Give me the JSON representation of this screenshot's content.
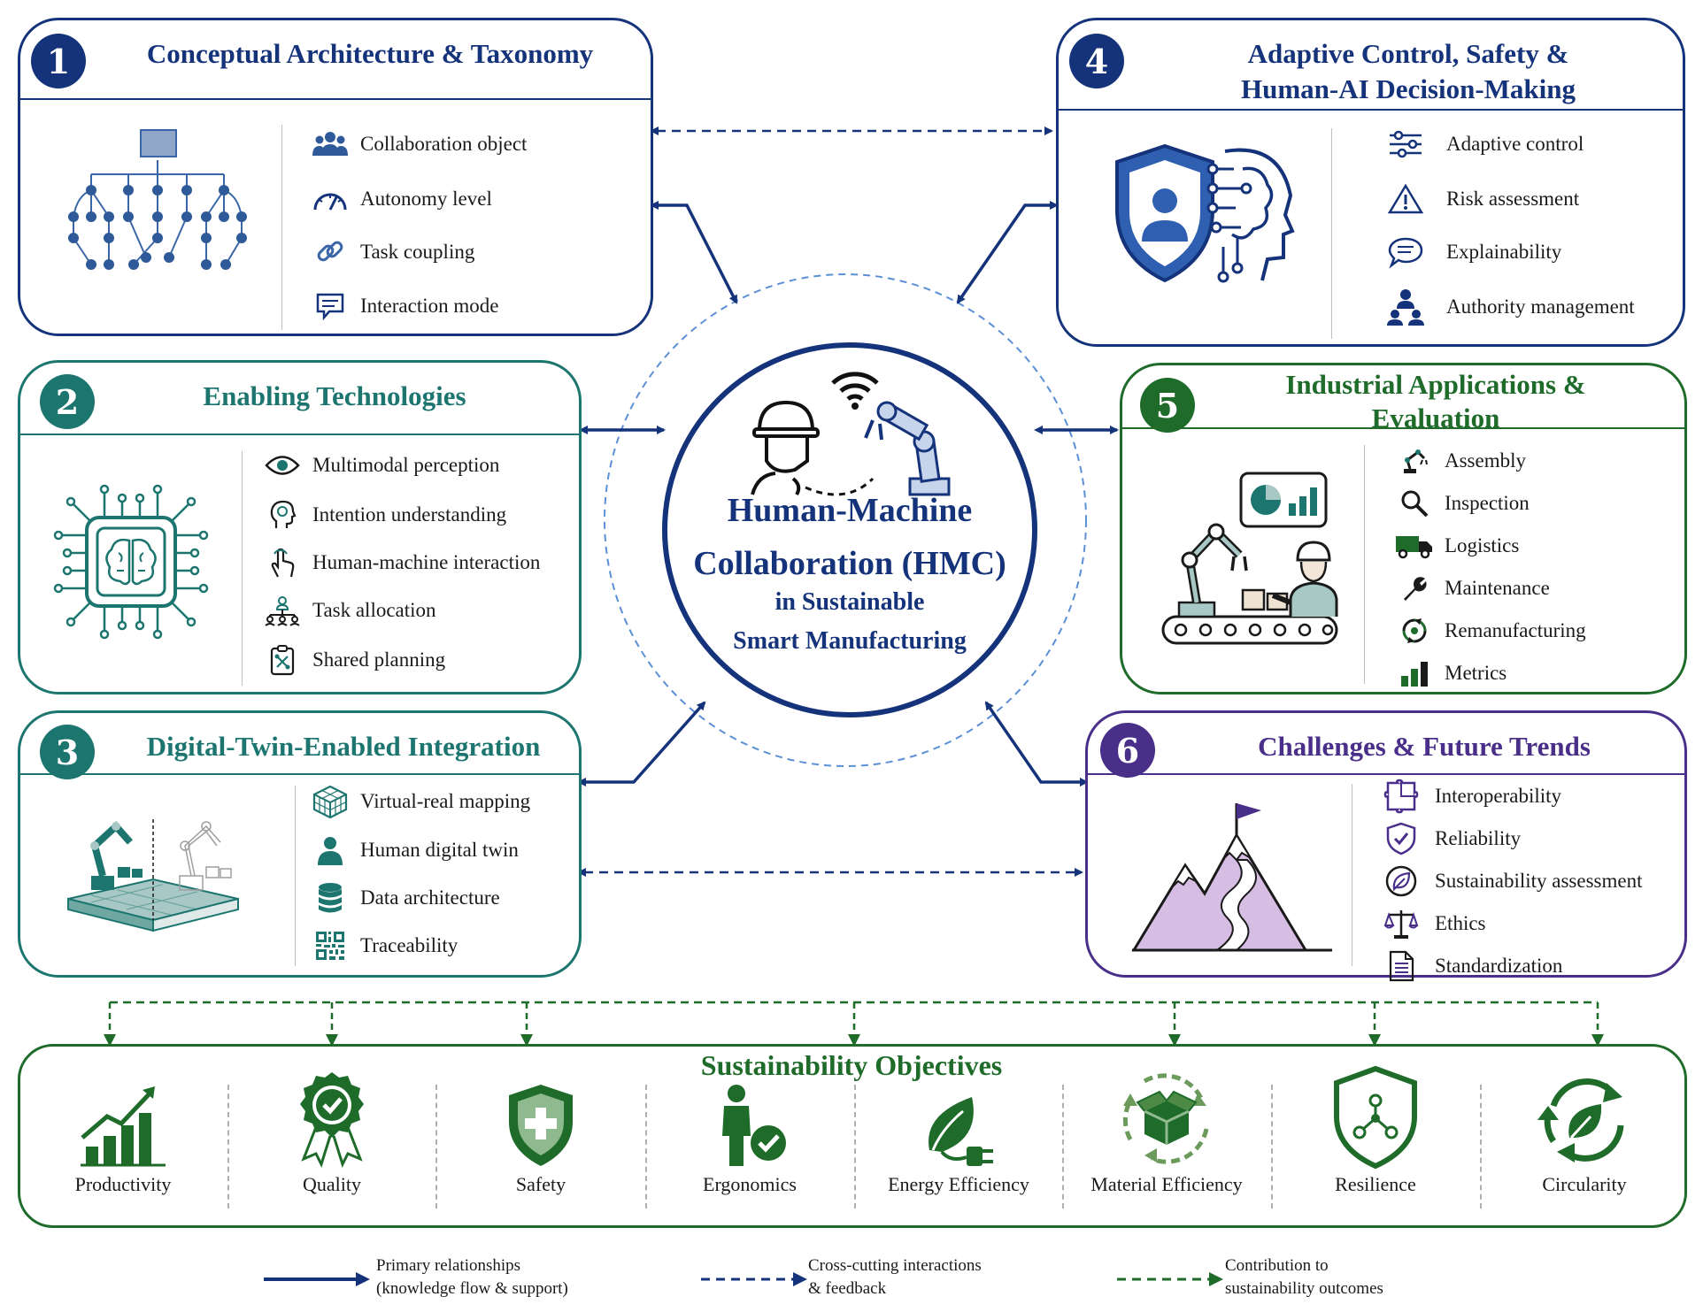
{
  "center": {
    "line1": "Human-Machine",
    "line2": "Collaboration (HMC)",
    "line3": "in Sustainable",
    "line4": "Smart Manufacturing"
  },
  "panels": [
    {
      "number": "1",
      "title": "Conceptual Architecture & Taxonomy",
      "items": [
        {
          "icon": "people-group-icon",
          "label": "Collaboration object"
        },
        {
          "icon": "gauge-icon",
          "label": "Autonomy level"
        },
        {
          "icon": "link-icon",
          "label": "Task coupling"
        },
        {
          "icon": "chat-icon",
          "label": "Interaction mode"
        }
      ]
    },
    {
      "number": "2",
      "title": "Enabling Technologies",
      "items": [
        {
          "icon": "eye-icon",
          "label": "Multimodal perception"
        },
        {
          "icon": "head-icon",
          "label": "Intention understanding"
        },
        {
          "icon": "hand-touch-icon",
          "label": "Human-machine interaction"
        },
        {
          "icon": "hierarchy-icon",
          "label": "Task allocation"
        },
        {
          "icon": "clipboard-icon",
          "label": "Shared planning"
        }
      ]
    },
    {
      "number": "3",
      "title": "Digital-Twin-Enabled Integration",
      "items": [
        {
          "icon": "cube-grid-icon",
          "label": "Virtual-real mapping"
        },
        {
          "icon": "person-icon",
          "label": "Human digital twin"
        },
        {
          "icon": "database-icon",
          "label": "Data architecture"
        },
        {
          "icon": "qr-code-icon",
          "label": "Traceability"
        }
      ]
    },
    {
      "number": "4",
      "title_line1": "Adaptive Control, Safety &",
      "title_line2": "Human-AI Decision-Making",
      "items": [
        {
          "icon": "sliders-icon",
          "label": "Adaptive control"
        },
        {
          "icon": "warning-icon",
          "label": "Risk assessment"
        },
        {
          "icon": "speech-bubble-icon",
          "label": "Explainability"
        },
        {
          "icon": "users-hierarchy-icon",
          "label": "Authority management"
        }
      ]
    },
    {
      "number": "5",
      "title_line1": "Industrial Applications &",
      "title_line2": "Evaluation",
      "items": [
        {
          "icon": "robot-arm-icon",
          "label": "Assembly"
        },
        {
          "icon": "magnifier-icon",
          "label": "Inspection"
        },
        {
          "icon": "truck-icon",
          "label": "Logistics"
        },
        {
          "icon": "wrench-icon",
          "label": "Maintenance"
        },
        {
          "icon": "recycle-gear-icon",
          "label": "Remanufacturing"
        },
        {
          "icon": "bar-chart-icon",
          "label": "Metrics"
        }
      ]
    },
    {
      "number": "6",
      "title": "Challenges & Future Trends",
      "items": [
        {
          "icon": "puzzle-icon",
          "label": "Interoperability"
        },
        {
          "icon": "shield-check-icon",
          "label": "Reliability"
        },
        {
          "icon": "leaf-circle-icon",
          "label": "Sustainability assessment"
        },
        {
          "icon": "scales-icon",
          "label": "Ethics"
        },
        {
          "icon": "document-icon",
          "label": "Standardization"
        }
      ]
    }
  ],
  "sustainability": {
    "title": "Sustainability Objectives",
    "objectives": [
      {
        "icon": "growth-chart-icon",
        "label": "Productivity"
      },
      {
        "icon": "award-badge-icon",
        "label": "Quality"
      },
      {
        "icon": "shield-plus-icon",
        "label": "Safety"
      },
      {
        "icon": "person-check-icon",
        "label": "Ergonomics"
      },
      {
        "icon": "leaf-plug-icon",
        "label": "Energy Efficiency"
      },
      {
        "icon": "box-cycle-icon",
        "label": "Material Efficiency"
      },
      {
        "icon": "shield-network-icon",
        "label": "Resilience"
      },
      {
        "icon": "circular-leaf-icon",
        "label": "Circularity"
      }
    ]
  },
  "legend": [
    {
      "line1": "Primary relationships",
      "line2": "(knowledge flow & support)"
    },
    {
      "line1": "Cross-cutting interactions",
      "line2": "& feedback"
    },
    {
      "line1": "Contribution to",
      "line2": "sustainability outcomes"
    }
  ],
  "colors": {
    "navy": "#14337a",
    "teal": "#1d7570",
    "green": "#1e6b2a",
    "purple": "#4a2f8a",
    "light_blue": "#5b8fd6"
  }
}
